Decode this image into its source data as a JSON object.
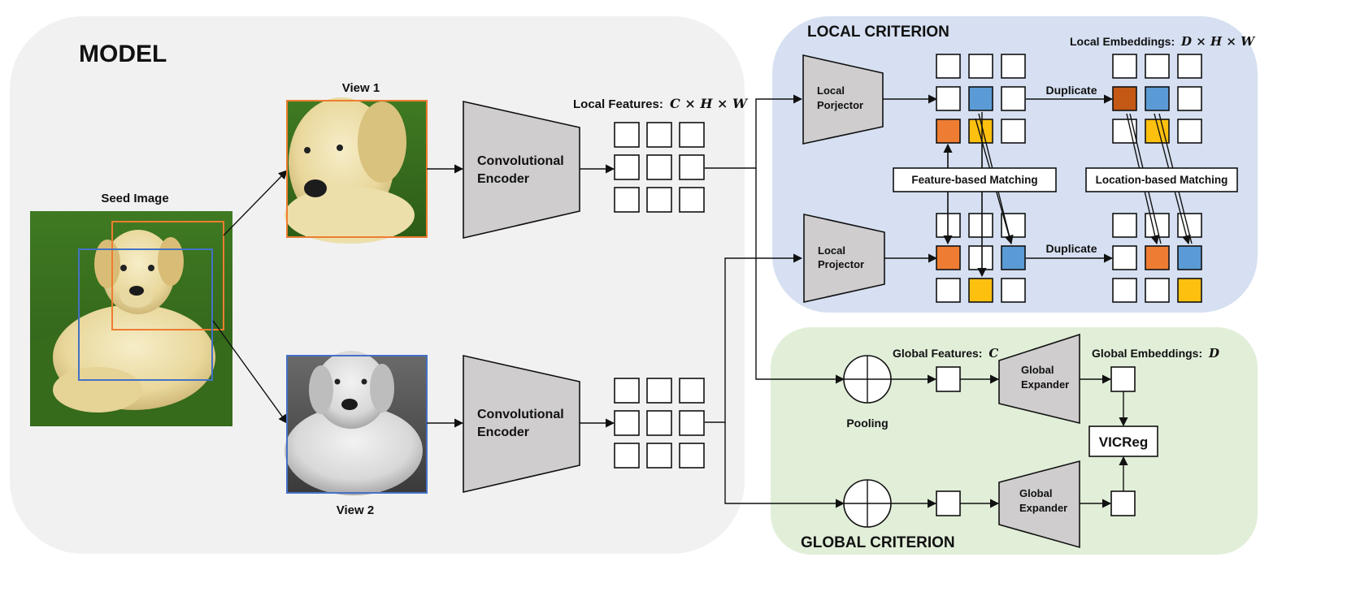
{
  "colors": {
    "model_bg": "#f1f1f1",
    "local_bg": "#d6e0f2",
    "global_bg": "#e1eed8",
    "cell_orange": "#ee7d33",
    "cell_blue": "#5b9bd5",
    "cell_yellow": "#fdc00f",
    "cell_darkorange": "#c45815",
    "encoder_gray": "#cfcdce",
    "view1_border": "#ed7d31",
    "view2_border": "#4472c4"
  },
  "model": {
    "title": "MODEL",
    "seed_image_label": "Seed Image",
    "view1_label": "View 1",
    "view2_label": "View 2",
    "encoder_line1": "Convolutional",
    "encoder_line2": "Encoder",
    "local_features_label": "Local Features:",
    "local_features_math": "C × H × W"
  },
  "local_criterion": {
    "title": "LOCAL CRITERION",
    "projector_top_line1": "Local",
    "projector_top_line2": "Porjector",
    "projector_bottom_line1": "Local",
    "projector_bottom_line2": "Projector",
    "duplicate_label": "Duplicate",
    "embeddings_label": "Local Embeddings:",
    "embeddings_math": "D × H × W",
    "feature_matching_label": "Feature-based Matching",
    "location_matching_label": "Location-based Matching"
  },
  "global_criterion": {
    "title": "GLOBAL CRITERION",
    "pooling_label": "Pooling",
    "global_features_label": "Global Features:",
    "global_features_math": "C",
    "expander_line1": "Global",
    "expander_line2": "Expander",
    "global_embeddings_label": "Global Embeddings:",
    "global_embeddings_math": "D",
    "vicreg_label": "VICReg"
  },
  "icons": [
    "dog-photo-icon",
    "dog-view1-icon",
    "dog-view2-icon",
    "pooling-icon"
  ]
}
